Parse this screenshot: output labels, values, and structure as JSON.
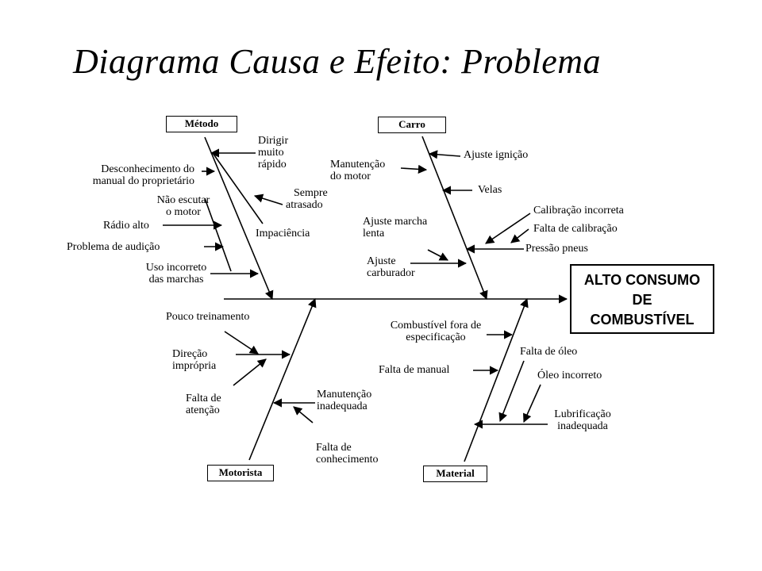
{
  "title": "Diagrama Causa e Efeito: Problema",
  "effect": {
    "line1": "ALTO CONSUMO",
    "line2": "DE",
    "line3": "COMBUSTÍVEL"
  },
  "categories": {
    "metodo": "Método",
    "carro": "Carro",
    "motorista": "Motorista",
    "material": "Material"
  },
  "causes": {
    "metodo": {
      "dirigir_rapido": [
        "Dirigir",
        "muito",
        "rápido"
      ],
      "desconhecimento": [
        "Desconhecimento do",
        "manual do proprietário"
      ],
      "sempre_atrasado": [
        "Sempre",
        "atrasado"
      ],
      "nao_escutar": [
        "Não escutar",
        "o motor"
      ],
      "radio_alto": "Rádio alto",
      "impaciencia": "Impaciência",
      "problema_audicao": "Problema de audição",
      "uso_incorreto": [
        "Uso incorreto",
        "das marchas"
      ]
    },
    "carro": {
      "ajuste_ignicao": "Ajuste ignição",
      "manutencao_motor": [
        "Manutenção",
        "do motor"
      ],
      "velas": "Velas",
      "calibracao_incorreta": "Calibração incorreta",
      "ajuste_marcha_lenta": [
        "Ajuste marcha",
        "lenta"
      ],
      "falta_calibracao": "Falta de calibração",
      "pressao_pneus": "Pressão pneus",
      "ajuste_carburador": [
        "Ajuste",
        "carburador"
      ]
    },
    "motorista": {
      "pouco_treinamento": "Pouco treinamento",
      "direcao_impropria": [
        "Direção",
        "imprópria"
      ],
      "falta_atencao": [
        "Falta de",
        "atenção"
      ],
      "manutencao_inadequada": [
        "Manutenção",
        "inadequada"
      ],
      "falta_conhecimento": [
        "Falta de",
        "conhecimento"
      ]
    },
    "material": {
      "combustivel_fora": [
        "Combustível fora de",
        "especificação"
      ],
      "falta_manual": "Falta de manual",
      "falta_oleo": "Falta de óleo",
      "oleo_incorreto": "Óleo incorreto",
      "lubrificacao_inadequada": [
        "Lubrificação",
        "inadequada"
      ]
    }
  }
}
